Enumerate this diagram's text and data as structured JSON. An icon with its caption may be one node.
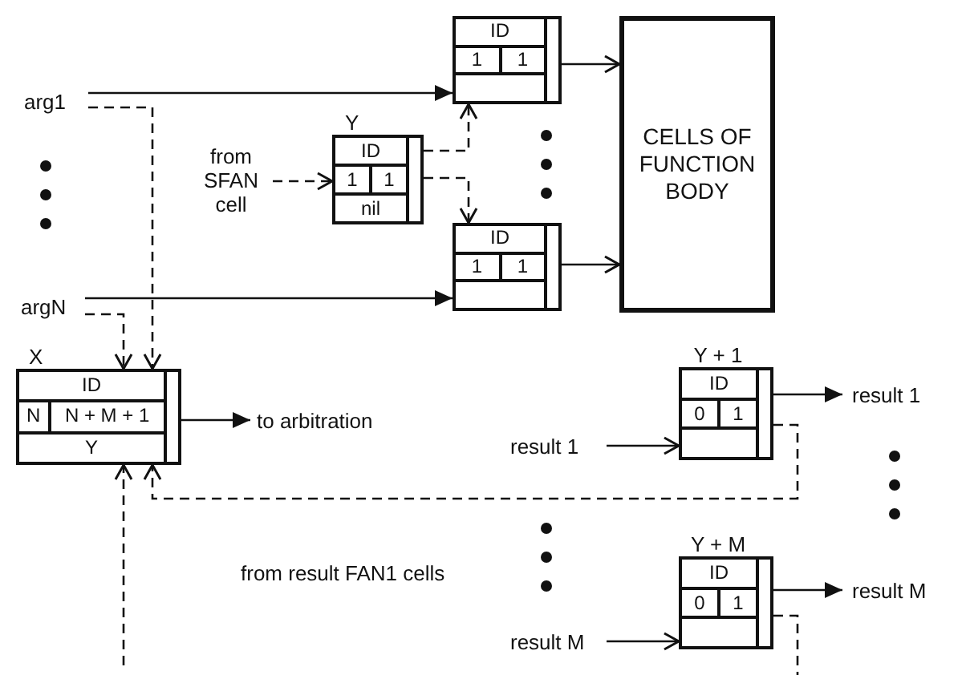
{
  "diagram": {
    "nodes": [
      {
        "text": [
          "arg1"
        ]
      },
      {
        "text": [
          "argN"
        ]
      },
      {
        "text": [
          "from SFAN cell"
        ]
      },
      {
        "text": [
          "ID",
          "1",
          "1"
        ]
      },
      {
        "text": [
          "Y",
          "ID",
          "1",
          "1",
          "nil"
        ]
      },
      {
        "text": [
          "ID",
          "1",
          "1"
        ]
      },
      {
        "text": [
          "CELLS OF FUNCTION BODY"
        ]
      },
      {
        "text": [
          "X",
          "ID",
          "N",
          "N + M + 1",
          "Y"
        ]
      },
      {
        "text": [
          "to arbitration"
        ]
      },
      {
        "text": [
          "Y + 1",
          "ID",
          "0",
          "1"
        ]
      },
      {
        "text": [
          "result 1"
        ]
      },
      {
        "text": [
          "result 1"
        ]
      },
      {
        "text": [
          "Y + M",
          "ID",
          "0",
          "1"
        ]
      },
      {
        "text": [
          "result M"
        ]
      },
      {
        "text": [
          "result M"
        ]
      }
    ],
    "edges": [
      {
        "from": 0,
        "to": 3,
        "arrow": "to"
      },
      {
        "from": 1,
        "to": 5,
        "arrow": "to"
      },
      {
        "from": 0,
        "to": 7,
        "arrow": "to",
        "style": "dashed"
      },
      {
        "from": 1,
        "to": 7,
        "arrow": "to",
        "style": "dashed"
      },
      {
        "from": 2,
        "to": 4,
        "arrow": "to",
        "style": "dashed"
      },
      {
        "from": 4,
        "to": 3,
        "arrow": "to",
        "style": "dashed"
      },
      {
        "from": 4,
        "to": 5,
        "arrow": "to",
        "style": "dashed"
      },
      {
        "from": 3,
        "to": 6,
        "arrow": "to"
      },
      {
        "from": 5,
        "to": 6,
        "arrow": "to"
      },
      {
        "from": 7,
        "to": 8,
        "arrow": "to"
      },
      {
        "from": 10,
        "to": 9,
        "arrow": "to"
      },
      {
        "from": 9,
        "to": 11,
        "arrow": "to"
      },
      {
        "from": 9,
        "to": 7,
        "arrow": "to",
        "style": "dashed"
      },
      {
        "from": null,
        "to": 7,
        "arrow": "to",
        "style": "dashed"
      },
      {
        "from": 13,
        "to": 12,
        "arrow": "to"
      },
      {
        "from": 12,
        "to": 14,
        "arrow": "to"
      },
      {
        "from": 12,
        "to": null,
        "arrow": "none",
        "style": "dashed"
      }
    ],
    "labels": [
      "from result FAN1 cells"
    ]
  }
}
